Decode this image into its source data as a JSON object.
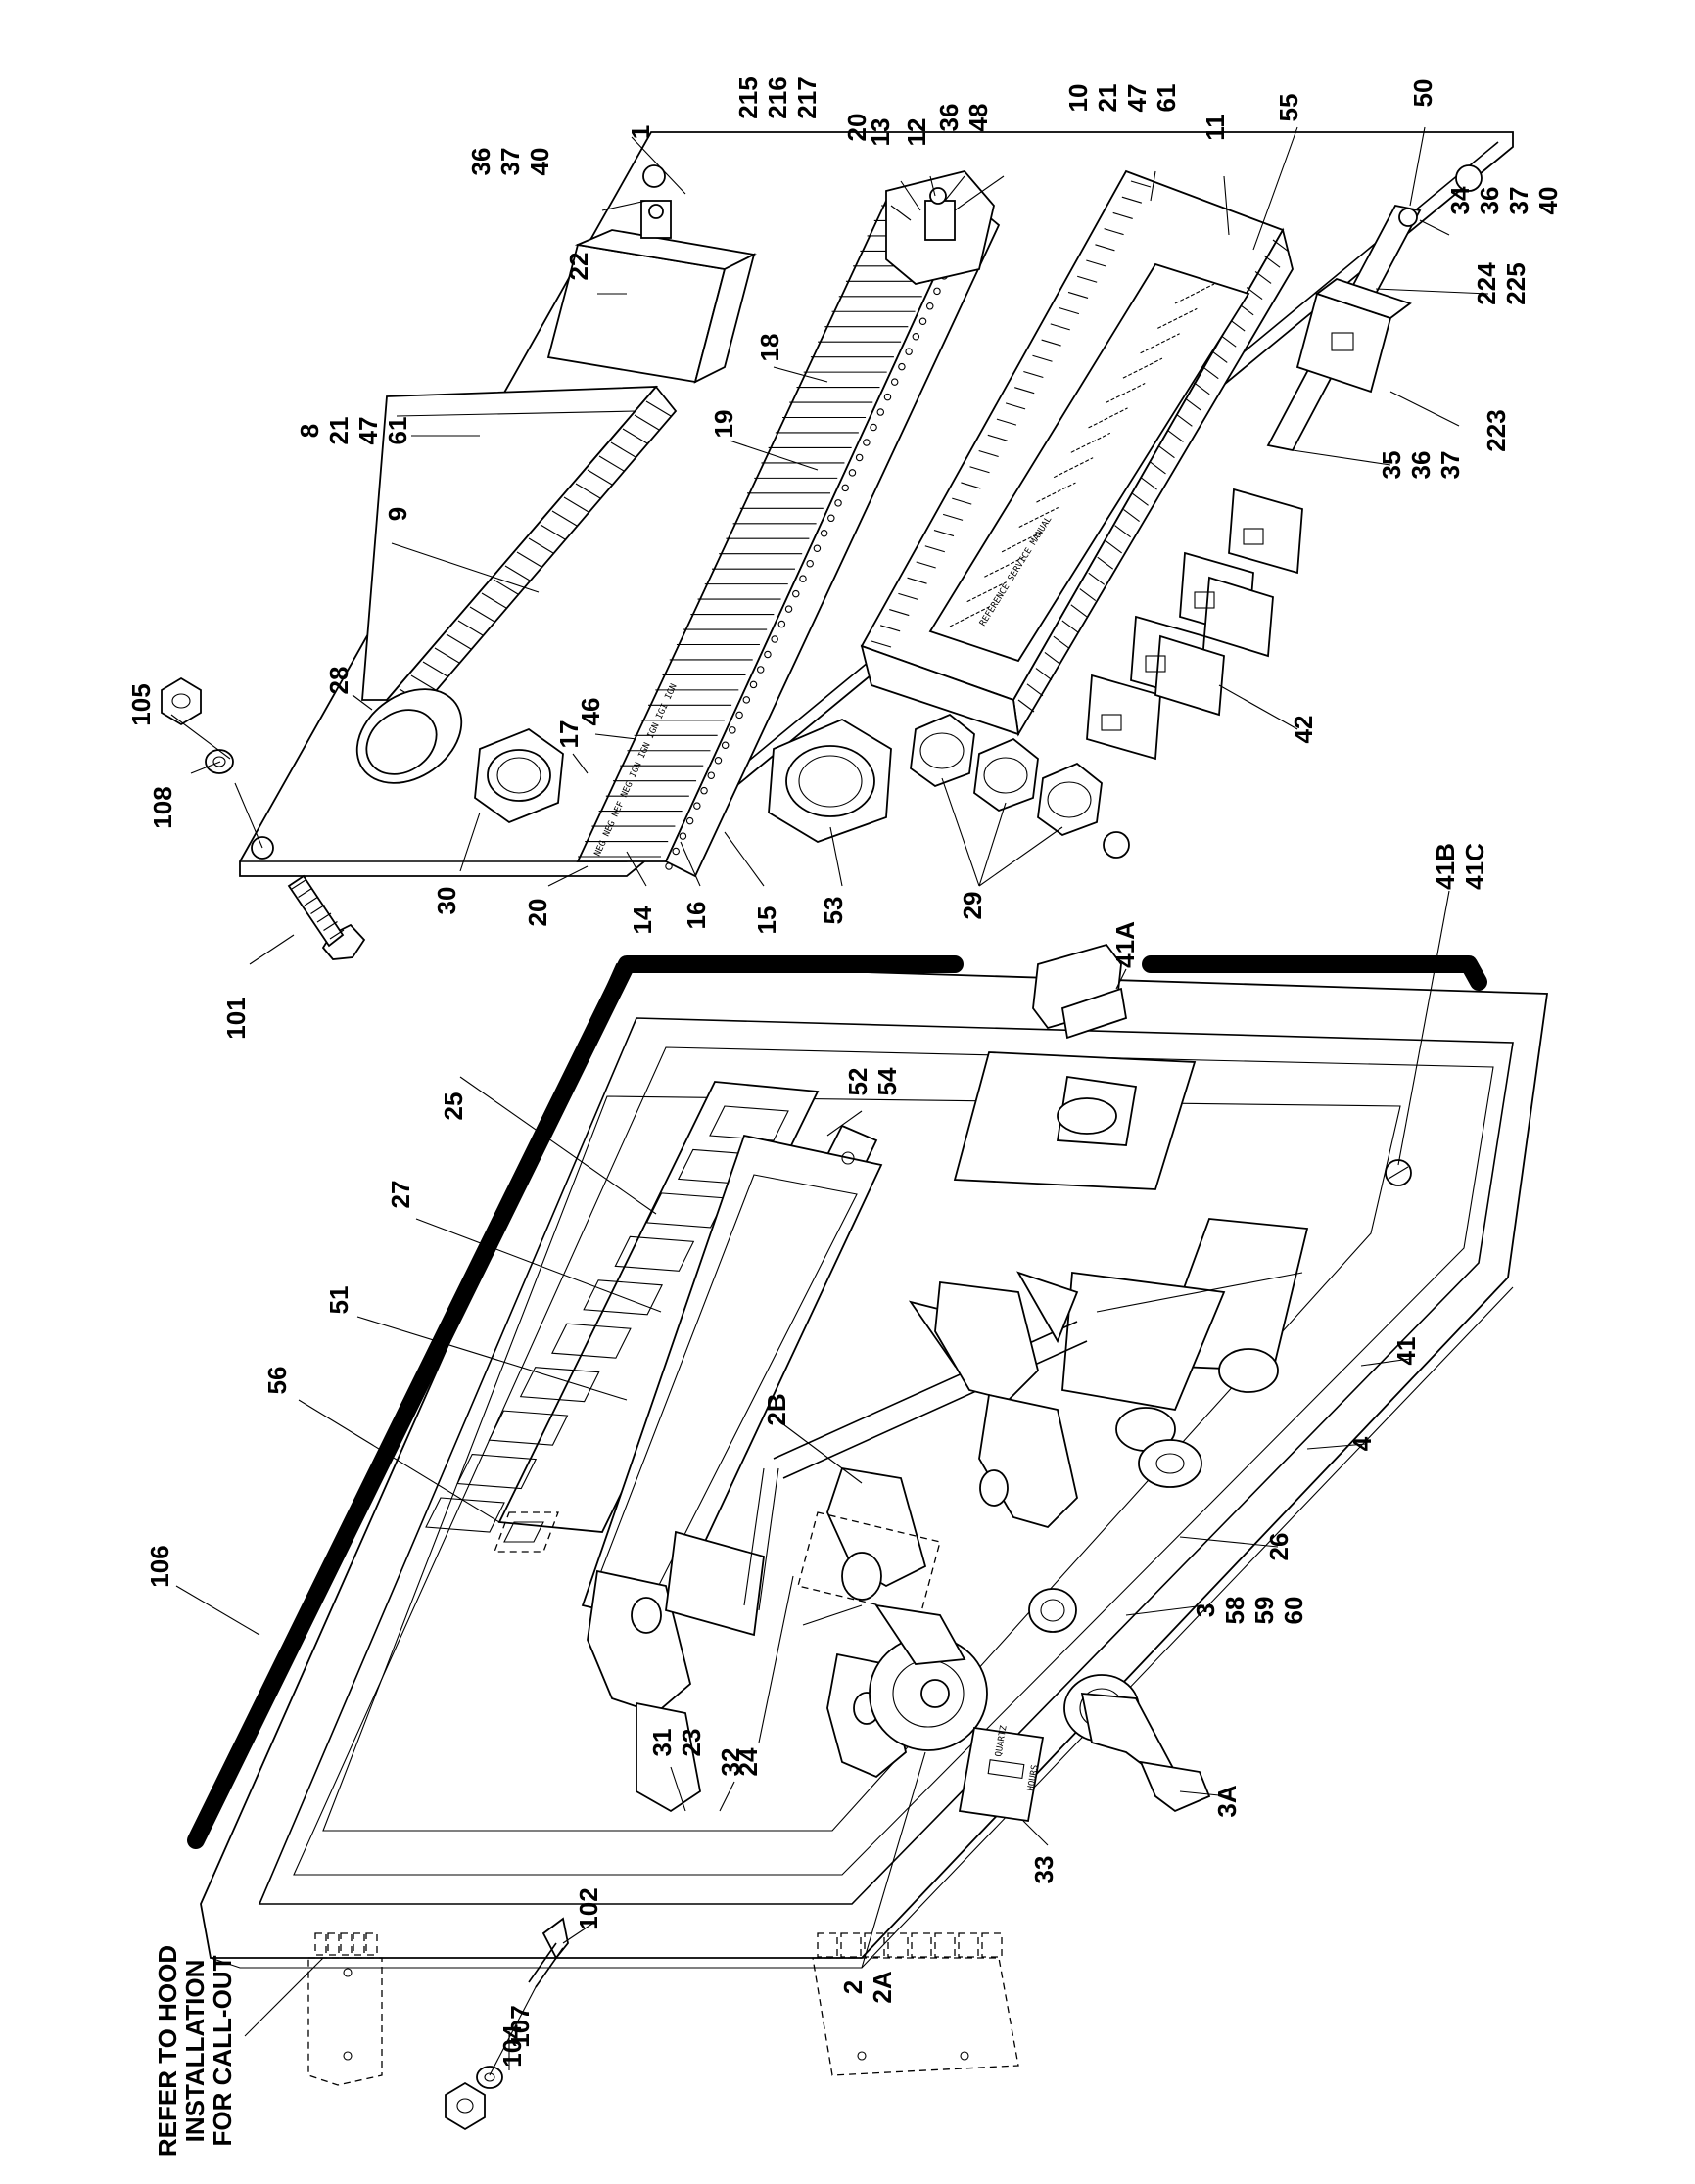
{
  "note": [
    "REFER TO HOOD",
    "INSTALLATION",
    "FOR CALL-OUT"
  ],
  "callouts": [
    {
      "id": "c1",
      "lines": [
        "1"
      ]
    },
    {
      "id": "c36-37-40-top",
      "lines": [
        "36",
        "37",
        "40"
      ]
    },
    {
      "id": "c215",
      "lines": [
        "215",
        "216",
        "217"
      ]
    },
    {
      "id": "c20-top",
      "lines": [
        "20"
      ]
    },
    {
      "id": "c13",
      "lines": [
        "13"
      ]
    },
    {
      "id": "c12",
      "lines": [
        "12"
      ]
    },
    {
      "id": "c36-48",
      "lines": [
        "36",
        "48"
      ]
    },
    {
      "id": "c10",
      "lines": [
        "10",
        "21",
        "47",
        "61"
      ]
    },
    {
      "id": "c11",
      "lines": [
        "11"
      ]
    },
    {
      "id": "c55",
      "lines": [
        "55"
      ]
    },
    {
      "id": "c50",
      "lines": [
        "50"
      ]
    },
    {
      "id": "c34",
      "lines": [
        "34",
        "36",
        "37",
        "40"
      ]
    },
    {
      "id": "c224",
      "lines": [
        "224",
        "225"
      ]
    },
    {
      "id": "c223",
      "lines": [
        "223"
      ]
    },
    {
      "id": "c35",
      "lines": [
        "35",
        "36",
        "37"
      ]
    },
    {
      "id": "c42",
      "lines": [
        "42"
      ]
    },
    {
      "id": "c22",
      "lines": [
        "22"
      ]
    },
    {
      "id": "c18",
      "lines": [
        "18"
      ]
    },
    {
      "id": "c19",
      "lines": [
        "19"
      ]
    },
    {
      "id": "c8",
      "lines": [
        "8",
        "21",
        "47",
        "61"
      ]
    },
    {
      "id": "c9",
      "lines": [
        "9"
      ]
    },
    {
      "id": "c28",
      "lines": [
        "28"
      ]
    },
    {
      "id": "c46",
      "lines": [
        "46"
      ]
    },
    {
      "id": "c17",
      "lines": [
        "17"
      ]
    },
    {
      "id": "c105",
      "lines": [
        "105"
      ]
    },
    {
      "id": "c108",
      "lines": [
        "108"
      ]
    },
    {
      "id": "c101",
      "lines": [
        "101"
      ]
    },
    {
      "id": "c30",
      "lines": [
        "30"
      ]
    },
    {
      "id": "c20-left",
      "lines": [
        "20"
      ]
    },
    {
      "id": "c14",
      "lines": [
        "14"
      ]
    },
    {
      "id": "c16",
      "lines": [
        "16"
      ]
    },
    {
      "id": "c15",
      "lines": [
        "15"
      ]
    },
    {
      "id": "c53",
      "lines": [
        "53"
      ]
    },
    {
      "id": "c29",
      "lines": [
        "29"
      ]
    },
    {
      "id": "c41A",
      "lines": [
        "41A"
      ]
    },
    {
      "id": "c41B",
      "lines": [
        "41B",
        "41C"
      ]
    },
    {
      "id": "c25",
      "lines": [
        "25"
      ]
    },
    {
      "id": "c52",
      "lines": [
        "52",
        "54"
      ]
    },
    {
      "id": "c27",
      "lines": [
        "27"
      ]
    },
    {
      "id": "c51",
      "lines": [
        "51"
      ]
    },
    {
      "id": "c56",
      "lines": [
        "56"
      ]
    },
    {
      "id": "c2B",
      "lines": [
        "2B"
      ]
    },
    {
      "id": "c41",
      "lines": [
        "41"
      ]
    },
    {
      "id": "c4",
      "lines": [
        "4"
      ]
    },
    {
      "id": "c26",
      "lines": [
        "26"
      ]
    },
    {
      "id": "c3",
      "lines": [
        "3",
        "58",
        "59",
        "60"
      ]
    },
    {
      "id": "c106",
      "lines": [
        "106"
      ]
    },
    {
      "id": "c24",
      "lines": [
        "24"
      ]
    },
    {
      "id": "c3A",
      "lines": [
        "3A"
      ]
    },
    {
      "id": "c102",
      "lines": [
        "102"
      ]
    },
    {
      "id": "c31",
      "lines": [
        "31",
        "23"
      ]
    },
    {
      "id": "c32",
      "lines": [
        "32"
      ]
    },
    {
      "id": "c33",
      "lines": [
        "33"
      ]
    },
    {
      "id": "c2",
      "lines": [
        "2",
        "2A"
      ]
    },
    {
      "id": "c104",
      "lines": [
        "104"
      ]
    },
    {
      "id": "c107",
      "lines": [
        "107"
      ]
    }
  ],
  "terminal_markings": [
    "NEG",
    "NEG",
    "NEF",
    "NEG",
    "IGN",
    "IGN",
    "IGN",
    "IGI",
    "IGN"
  ],
  "decal_text": [
    "QUARTZ",
    "HOURS"
  ],
  "manual_text": "REFERENCE SERVICE MANUAL"
}
